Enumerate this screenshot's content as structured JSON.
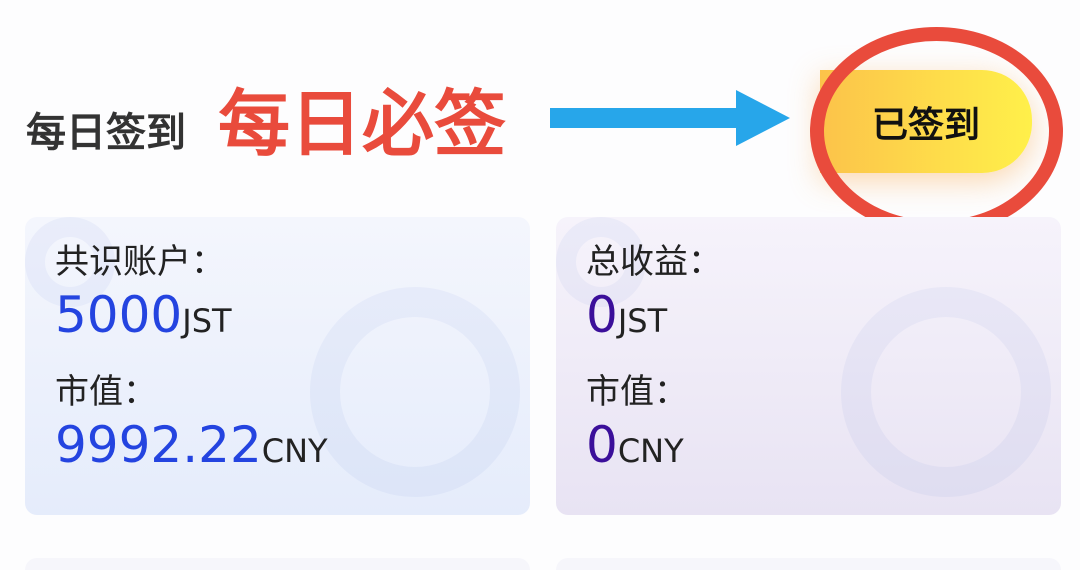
{
  "section_title": "每日签到",
  "annotation": "每日必签",
  "checkin_button": "已签到",
  "cards": [
    {
      "label1": "共识账户：",
      "value1": "5000",
      "unit1": "JST",
      "label2": "市值：",
      "value2": "9992.22",
      "unit2": "CNY"
    },
    {
      "label1": "总收益：",
      "value1": "0",
      "unit1": "JST",
      "label2": "市值：",
      "value2": "0",
      "unit2": "CNY"
    }
  ],
  "colors": {
    "annotation": "#e94b3c",
    "arrow": "#27a6ea",
    "blue_value": "#2444e0",
    "purple_value": "#3b0f9a"
  }
}
